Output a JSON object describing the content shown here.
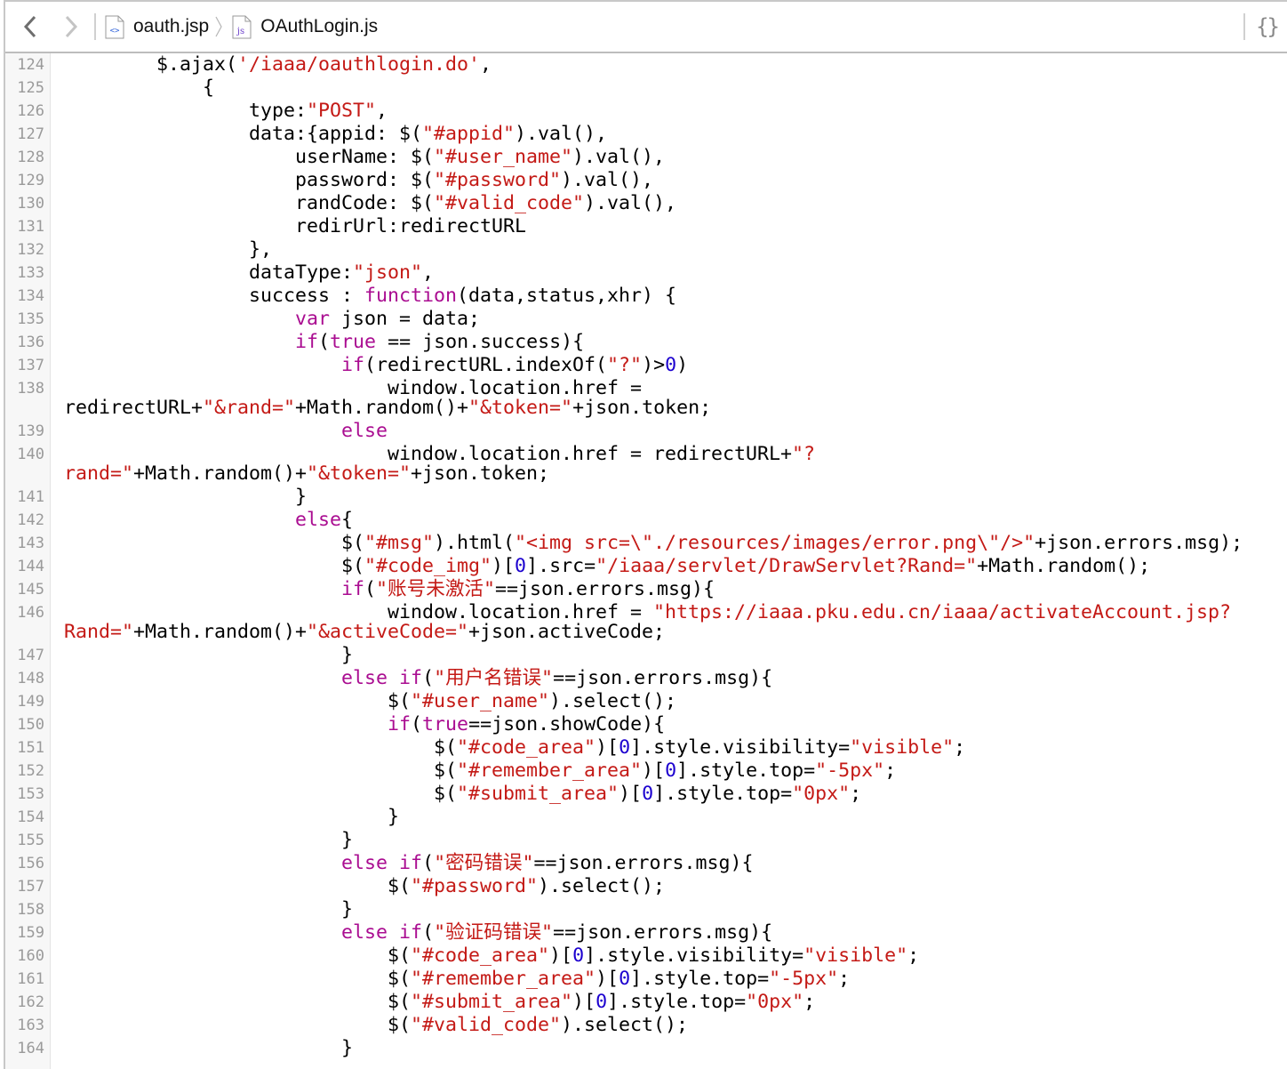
{
  "toolbar": {
    "back_icon": "chevron-left-icon",
    "forward_icon": "chevron-right-icon",
    "breadcrumbs": [
      {
        "label": "oauth.jsp",
        "icon": "html-file-icon",
        "icon_text": "<>"
      },
      {
        "label": "OAuthLogin.js",
        "icon": "js-file-icon",
        "icon_text": "js"
      }
    ],
    "format_icon": "braces-icon",
    "format_glyph": "{}"
  },
  "colors": {
    "string": "#c41a16",
    "keyword": "#aa0d91",
    "number": "#1c00cf",
    "plain": "#000000"
  },
  "code": [
    {
      "n": "124",
      "rows": [
        [
          [
            "p",
            "        $.ajax("
          ],
          [
            "s",
            "'/iaaa/oauthlogin.do'"
          ],
          [
            "p",
            ","
          ]
        ]
      ]
    },
    {
      "n": "125",
      "rows": [
        [
          [
            "p",
            "            {"
          ]
        ]
      ]
    },
    {
      "n": "126",
      "rows": [
        [
          [
            "p",
            "                type:"
          ],
          [
            "s",
            "\"POST\""
          ],
          [
            "p",
            ","
          ]
        ]
      ]
    },
    {
      "n": "127",
      "rows": [
        [
          [
            "p",
            "                data:{appid: $("
          ],
          [
            "s",
            "\"#appid\""
          ],
          [
            "p",
            ").val(),"
          ]
        ]
      ]
    },
    {
      "n": "128",
      "rows": [
        [
          [
            "p",
            "                    userName: $("
          ],
          [
            "s",
            "\"#user_name\""
          ],
          [
            "p",
            ").val(),"
          ]
        ]
      ]
    },
    {
      "n": "129",
      "rows": [
        [
          [
            "p",
            "                    password: $("
          ],
          [
            "s",
            "\"#password\""
          ],
          [
            "p",
            ").val(),"
          ]
        ]
      ]
    },
    {
      "n": "130",
      "rows": [
        [
          [
            "p",
            "                    randCode: $("
          ],
          [
            "s",
            "\"#valid_code\""
          ],
          [
            "p",
            ").val(),"
          ]
        ]
      ]
    },
    {
      "n": "131",
      "rows": [
        [
          [
            "p",
            "                    redirUrl:redirectURL"
          ]
        ]
      ]
    },
    {
      "n": "132",
      "rows": [
        [
          [
            "p",
            "                },"
          ]
        ]
      ]
    },
    {
      "n": "133",
      "rows": [
        [
          [
            "p",
            "                dataType:"
          ],
          [
            "s",
            "\"json\""
          ],
          [
            "p",
            ","
          ]
        ]
      ]
    },
    {
      "n": "134",
      "rows": [
        [
          [
            "p",
            "                success : "
          ],
          [
            "k",
            "function"
          ],
          [
            "p",
            "(data,status,xhr) {"
          ]
        ]
      ]
    },
    {
      "n": "135",
      "rows": [
        [
          [
            "p",
            "                    "
          ],
          [
            "k",
            "var"
          ],
          [
            "p",
            " json = data;"
          ]
        ]
      ]
    },
    {
      "n": "136",
      "rows": [
        [
          [
            "p",
            "                    "
          ],
          [
            "k",
            "if"
          ],
          [
            "p",
            "("
          ],
          [
            "k",
            "true"
          ],
          [
            "p",
            " == json.success){"
          ]
        ]
      ]
    },
    {
      "n": "137",
      "rows": [
        [
          [
            "p",
            "                        "
          ],
          [
            "k",
            "if"
          ],
          [
            "p",
            "(redirectURL.indexOf("
          ],
          [
            "s",
            "\"?\""
          ],
          [
            "p",
            ")>"
          ],
          [
            "n",
            "0"
          ],
          [
            "p",
            ")"
          ]
        ]
      ]
    },
    {
      "n": "138",
      "rows": [
        [
          [
            "p",
            "                            window.location.href = "
          ]
        ],
        [
          [
            "p",
            "redirectURL+"
          ],
          [
            "s",
            "\"&rand=\""
          ],
          [
            "p",
            "+Math.random()+"
          ],
          [
            "s",
            "\"&token=\""
          ],
          [
            "p",
            "+json.token;"
          ]
        ]
      ]
    },
    {
      "n": "139",
      "rows": [
        [
          [
            "p",
            "                        "
          ],
          [
            "k",
            "else"
          ]
        ]
      ]
    },
    {
      "n": "140",
      "rows": [
        [
          [
            "p",
            "                            window.location.href = redirectURL+"
          ],
          [
            "s",
            "\"?"
          ]
        ],
        [
          [
            "s",
            "rand=\""
          ],
          [
            "p",
            "+Math.random()+"
          ],
          [
            "s",
            "\"&token=\""
          ],
          [
            "p",
            "+json.token;"
          ]
        ]
      ]
    },
    {
      "n": "141",
      "rows": [
        [
          [
            "p",
            "                    }"
          ]
        ]
      ]
    },
    {
      "n": "142",
      "rows": [
        [
          [
            "p",
            "                    "
          ],
          [
            "k",
            "else"
          ],
          [
            "p",
            "{"
          ]
        ]
      ]
    },
    {
      "n": "143",
      "rows": [
        [
          [
            "p",
            "                        $("
          ],
          [
            "s",
            "\"#msg\""
          ],
          [
            "p",
            ").html("
          ],
          [
            "s",
            "\"<img src=\\\"./resources/images/error.png\\\"/>\""
          ],
          [
            "p",
            "+json.errors.msg);"
          ]
        ]
      ]
    },
    {
      "n": "144",
      "rows": [
        [
          [
            "p",
            "                        $("
          ],
          [
            "s",
            "\"#code_img\""
          ],
          [
            "p",
            ")["
          ],
          [
            "n",
            "0"
          ],
          [
            "p",
            "].src="
          ],
          [
            "s",
            "\"/iaaa/servlet/DrawServlet?Rand=\""
          ],
          [
            "p",
            "+Math.random();"
          ]
        ]
      ]
    },
    {
      "n": "145",
      "rows": [
        [
          [
            "p",
            "                        "
          ],
          [
            "k",
            "if"
          ],
          [
            "p",
            "("
          ],
          [
            "s",
            "\"账号未激活\""
          ],
          [
            "p",
            "==json.errors.msg){"
          ]
        ]
      ]
    },
    {
      "n": "146",
      "rows": [
        [
          [
            "p",
            "                            window.location.href = "
          ],
          [
            "s",
            "\"https://iaaa.pku.edu.cn/iaaa/activateAccount.jsp?"
          ]
        ],
        [
          [
            "s",
            "Rand=\""
          ],
          [
            "p",
            "+Math.random()+"
          ],
          [
            "s",
            "\"&activeCode=\""
          ],
          [
            "p",
            "+json.activeCode;"
          ]
        ]
      ]
    },
    {
      "n": "147",
      "rows": [
        [
          [
            "p",
            "                        }"
          ]
        ]
      ]
    },
    {
      "n": "148",
      "rows": [
        [
          [
            "p",
            "                        "
          ],
          [
            "k",
            "else"
          ],
          [
            "p",
            " "
          ],
          [
            "k",
            "if"
          ],
          [
            "p",
            "("
          ],
          [
            "s",
            "\"用户名错误\""
          ],
          [
            "p",
            "==json.errors.msg){"
          ]
        ]
      ]
    },
    {
      "n": "149",
      "rows": [
        [
          [
            "p",
            "                            $("
          ],
          [
            "s",
            "\"#user_name\""
          ],
          [
            "p",
            ").select();"
          ]
        ]
      ]
    },
    {
      "n": "150",
      "rows": [
        [
          [
            "p",
            "                            "
          ],
          [
            "k",
            "if"
          ],
          [
            "p",
            "("
          ],
          [
            "k",
            "true"
          ],
          [
            "p",
            "==json.showCode){"
          ]
        ]
      ]
    },
    {
      "n": "151",
      "rows": [
        [
          [
            "p",
            "                                $("
          ],
          [
            "s",
            "\"#code_area\""
          ],
          [
            "p",
            ")["
          ],
          [
            "n",
            "0"
          ],
          [
            "p",
            "].style.visibility="
          ],
          [
            "s",
            "\"visible\""
          ],
          [
            "p",
            ";"
          ]
        ]
      ]
    },
    {
      "n": "152",
      "rows": [
        [
          [
            "p",
            "                                $("
          ],
          [
            "s",
            "\"#remember_area\""
          ],
          [
            "p",
            ")["
          ],
          [
            "n",
            "0"
          ],
          [
            "p",
            "].style.top="
          ],
          [
            "s",
            "\"-5px\""
          ],
          [
            "p",
            ";"
          ]
        ]
      ]
    },
    {
      "n": "153",
      "rows": [
        [
          [
            "p",
            "                                $("
          ],
          [
            "s",
            "\"#submit_area\""
          ],
          [
            "p",
            ")["
          ],
          [
            "n",
            "0"
          ],
          [
            "p",
            "].style.top="
          ],
          [
            "s",
            "\"0px\""
          ],
          [
            "p",
            ";"
          ]
        ]
      ]
    },
    {
      "n": "154",
      "rows": [
        [
          [
            "p",
            "                            }"
          ]
        ]
      ]
    },
    {
      "n": "155",
      "rows": [
        [
          [
            "p",
            "                        }"
          ]
        ]
      ]
    },
    {
      "n": "156",
      "rows": [
        [
          [
            "p",
            "                        "
          ],
          [
            "k",
            "else"
          ],
          [
            "p",
            " "
          ],
          [
            "k",
            "if"
          ],
          [
            "p",
            "("
          ],
          [
            "s",
            "\"密码错误\""
          ],
          [
            "p",
            "==json.errors.msg){"
          ]
        ]
      ]
    },
    {
      "n": "157",
      "rows": [
        [
          [
            "p",
            "                            $("
          ],
          [
            "s",
            "\"#password\""
          ],
          [
            "p",
            ").select();"
          ]
        ]
      ]
    },
    {
      "n": "158",
      "rows": [
        [
          [
            "p",
            "                        }"
          ]
        ]
      ]
    },
    {
      "n": "159",
      "rows": [
        [
          [
            "p",
            "                        "
          ],
          [
            "k",
            "else"
          ],
          [
            "p",
            " "
          ],
          [
            "k",
            "if"
          ],
          [
            "p",
            "("
          ],
          [
            "s",
            "\"验证码错误\""
          ],
          [
            "p",
            "==json.errors.msg){"
          ]
        ]
      ]
    },
    {
      "n": "160",
      "rows": [
        [
          [
            "p",
            "                            $("
          ],
          [
            "s",
            "\"#code_area\""
          ],
          [
            "p",
            ")["
          ],
          [
            "n",
            "0"
          ],
          [
            "p",
            "].style.visibility="
          ],
          [
            "s",
            "\"visible\""
          ],
          [
            "p",
            ";"
          ]
        ]
      ]
    },
    {
      "n": "161",
      "rows": [
        [
          [
            "p",
            "                            $("
          ],
          [
            "s",
            "\"#remember_area\""
          ],
          [
            "p",
            ")["
          ],
          [
            "n",
            "0"
          ],
          [
            "p",
            "].style.top="
          ],
          [
            "s",
            "\"-5px\""
          ],
          [
            "p",
            ";"
          ]
        ]
      ]
    },
    {
      "n": "162",
      "rows": [
        [
          [
            "p",
            "                            $("
          ],
          [
            "s",
            "\"#submit_area\""
          ],
          [
            "p",
            ")["
          ],
          [
            "n",
            "0"
          ],
          [
            "p",
            "].style.top="
          ],
          [
            "s",
            "\"0px\""
          ],
          [
            "p",
            ";"
          ]
        ]
      ]
    },
    {
      "n": "163",
      "rows": [
        [
          [
            "p",
            "                            $("
          ],
          [
            "s",
            "\"#valid_code\""
          ],
          [
            "p",
            ").select();"
          ]
        ]
      ]
    },
    {
      "n": "164",
      "rows": [
        [
          [
            "p",
            "                        }"
          ]
        ]
      ]
    }
  ]
}
